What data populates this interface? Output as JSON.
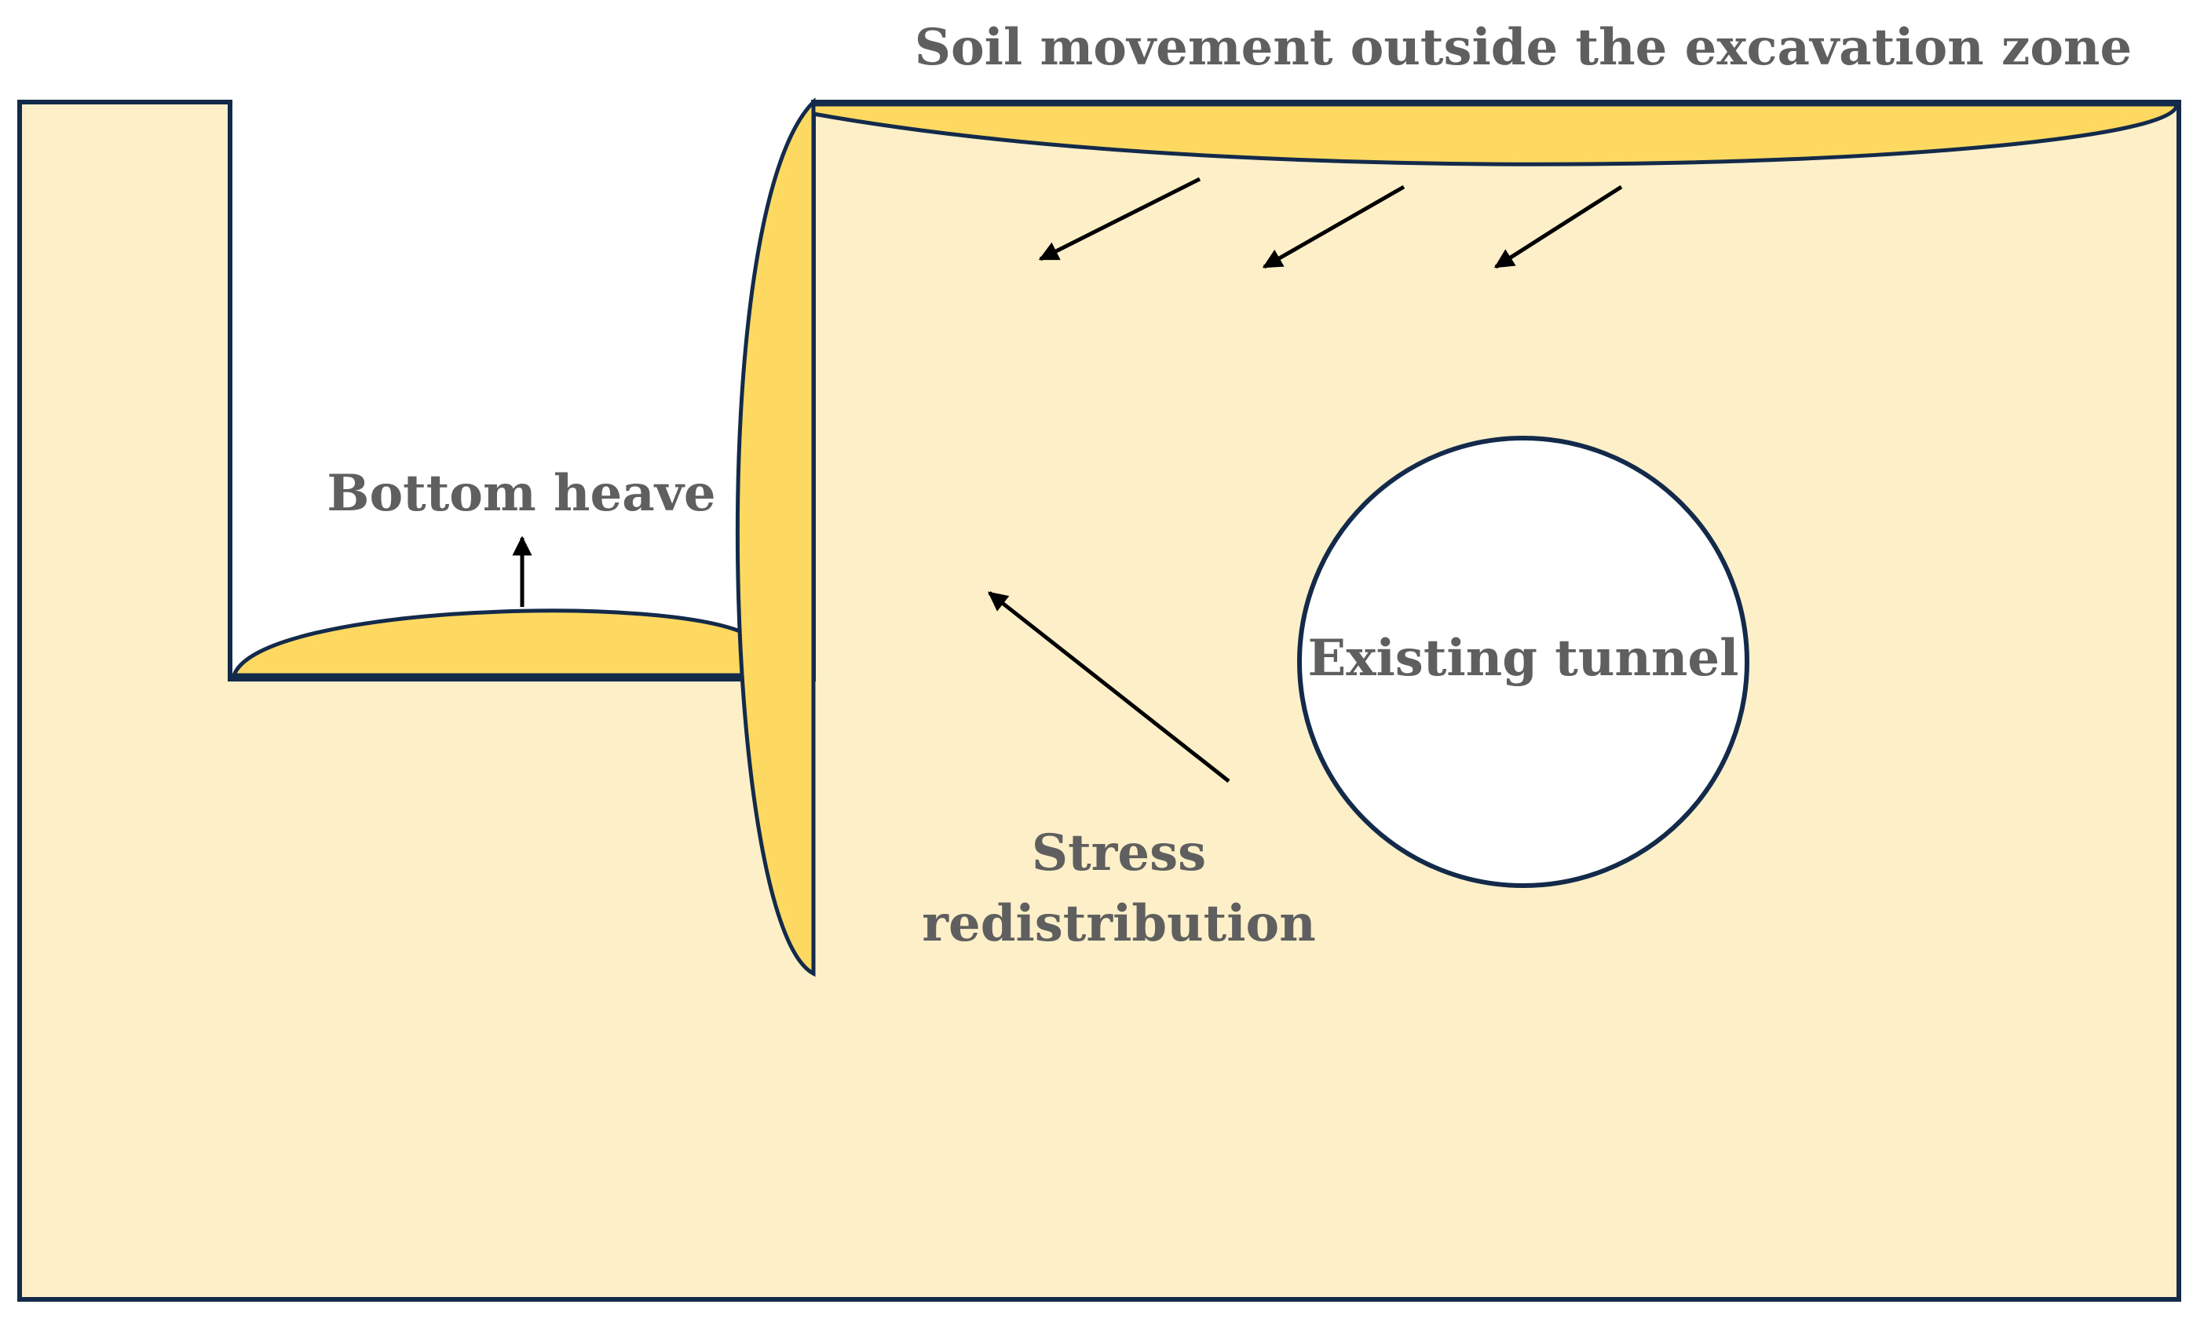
{
  "labels": {
    "soil_movement": "Soil movement outside the excavation zone",
    "bottom_heave": "Bottom heave",
    "existing_tunnel": "Existing tunnel",
    "stress_line1": "Stress",
    "stress_line2": "redistribution"
  },
  "colors": {
    "soil_fill": "#fdf0c8",
    "deformation_fill": "#fdd962",
    "outline": "#132a4b",
    "arrow": "#000000",
    "text": "#5f5f5f",
    "tunnel_fill": "#ffffff"
  }
}
